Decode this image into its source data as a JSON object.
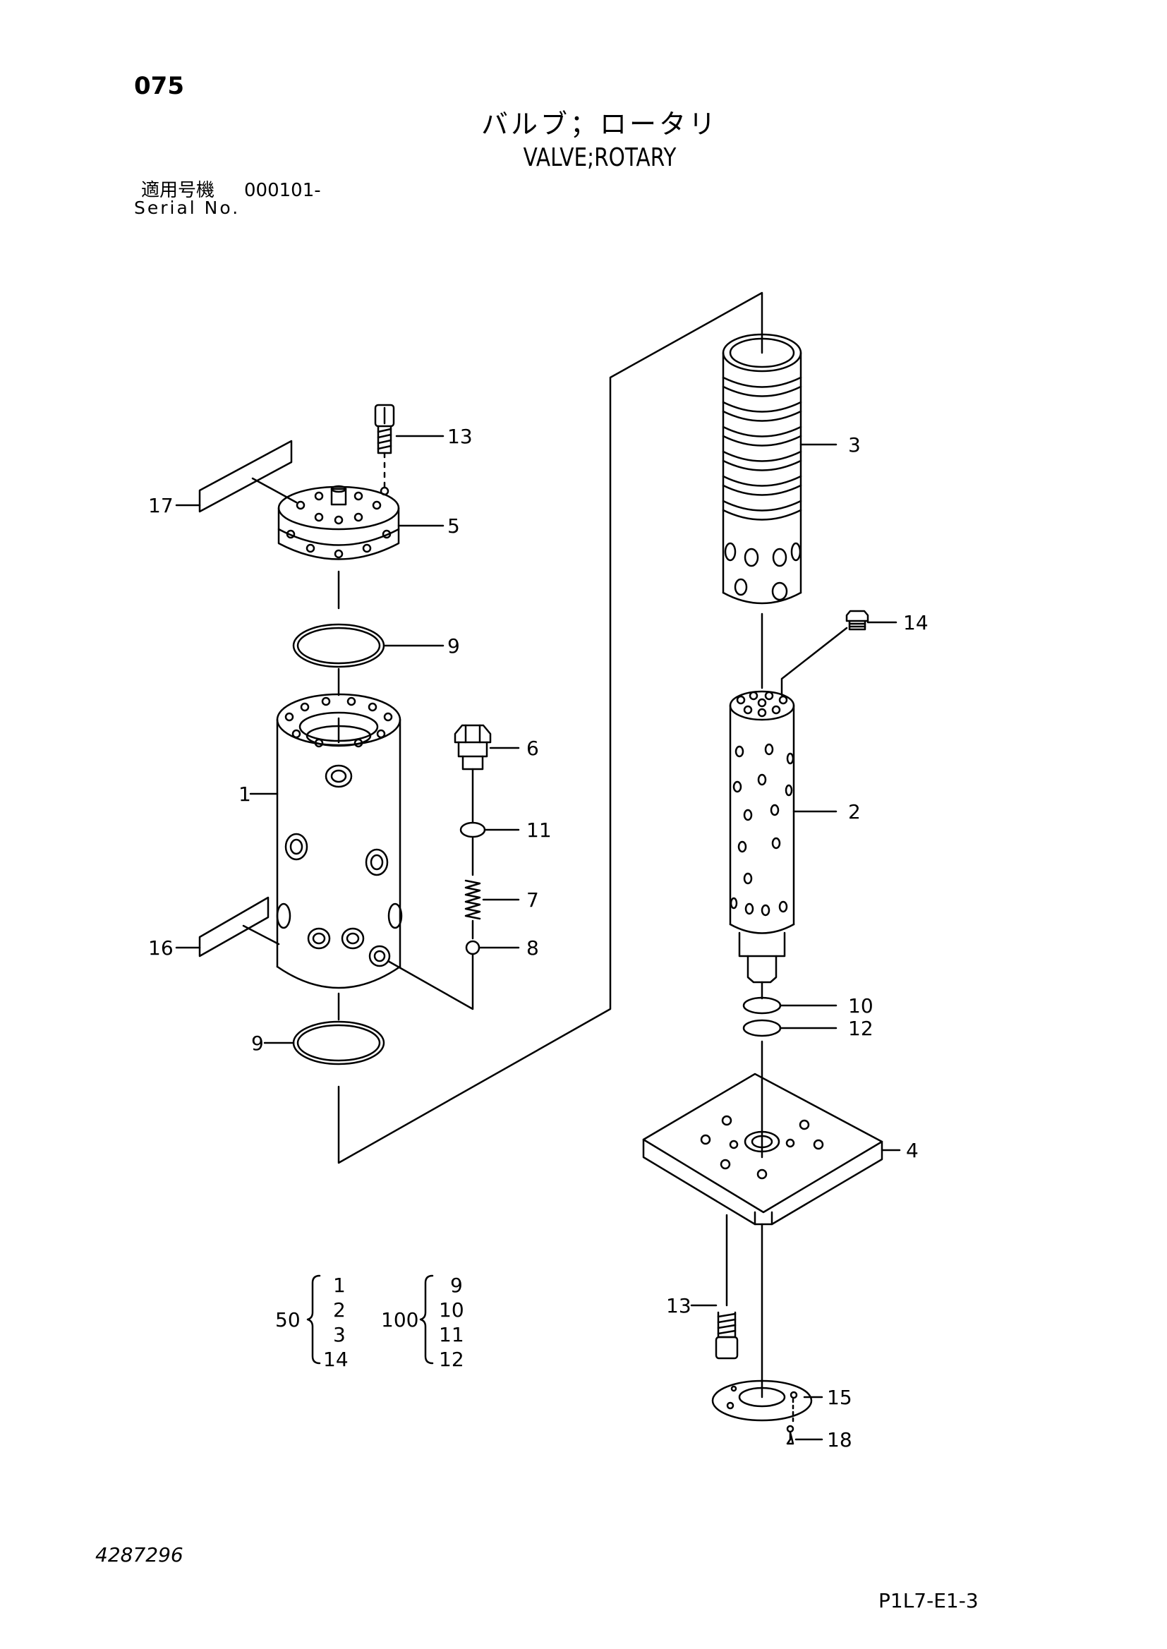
{
  "page_number": "075",
  "title": {
    "japanese": "バルブ；ロータリ",
    "english": "VALVE;ROTARY"
  },
  "serial": {
    "label_japanese": "適用号機",
    "range": "000101-",
    "label_english": "Serial No."
  },
  "callouts": {
    "c1": "1",
    "c2": "2",
    "c3": "3",
    "c4": "4",
    "c5": "5",
    "c6": "6",
    "c7": "7",
    "c8": "8",
    "c9a": "9",
    "c9b": "9",
    "c10": "10",
    "c11": "11",
    "c12": "12",
    "c13a": "13",
    "c13b": "13",
    "c14": "14",
    "c15": "15",
    "c16": "16",
    "c17": "17",
    "c18": "18"
  },
  "kits": [
    {
      "kit": "50",
      "parts": [
        "1",
        "2",
        "3",
        "14"
      ]
    },
    {
      "kit": "100",
      "parts": [
        "9",
        "10",
        "11",
        "12"
      ]
    }
  ],
  "document_number": "4287296",
  "page_reference": "P1L7-E1-3"
}
